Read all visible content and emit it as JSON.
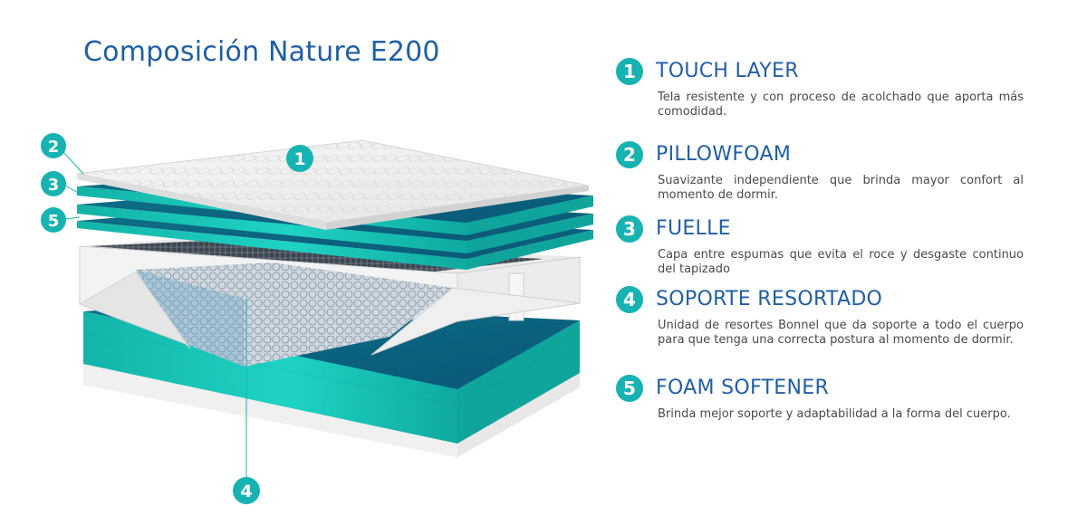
{
  "title": "Composición Nature E200",
  "colors": {
    "accent": "#17b3b2",
    "title": "#1f5fa6",
    "text": "#4a4a4a"
  },
  "features": [
    {
      "number": "1",
      "title": "TOUCH LAYER",
      "description": "Tela resistente y con proceso de acolchado que aporta más comodidad."
    },
    {
      "number": "2",
      "title": "PILLOWFOAM",
      "description": "Suavizante independiente que brinda mayor confort al momento de dormir."
    },
    {
      "number": "3",
      "title": "FUELLE",
      "description": "Capa entre espumas que evita el roce y desgaste continuo del tapizado"
    },
    {
      "number": "4",
      "title": "SOPORTE RESORTADO",
      "description": "Unidad de resortes Bonnel que da soporte a todo el cuerpo para que tenga una correcta postura al momento de dormir."
    },
    {
      "number": "5",
      "title": "FOAM SOFTENER",
      "description": "Brinda mejor soporte y adaptabilidad a la forma del cuerpo."
    }
  ],
  "callouts": [
    "1",
    "2",
    "3",
    "5",
    "4"
  ]
}
